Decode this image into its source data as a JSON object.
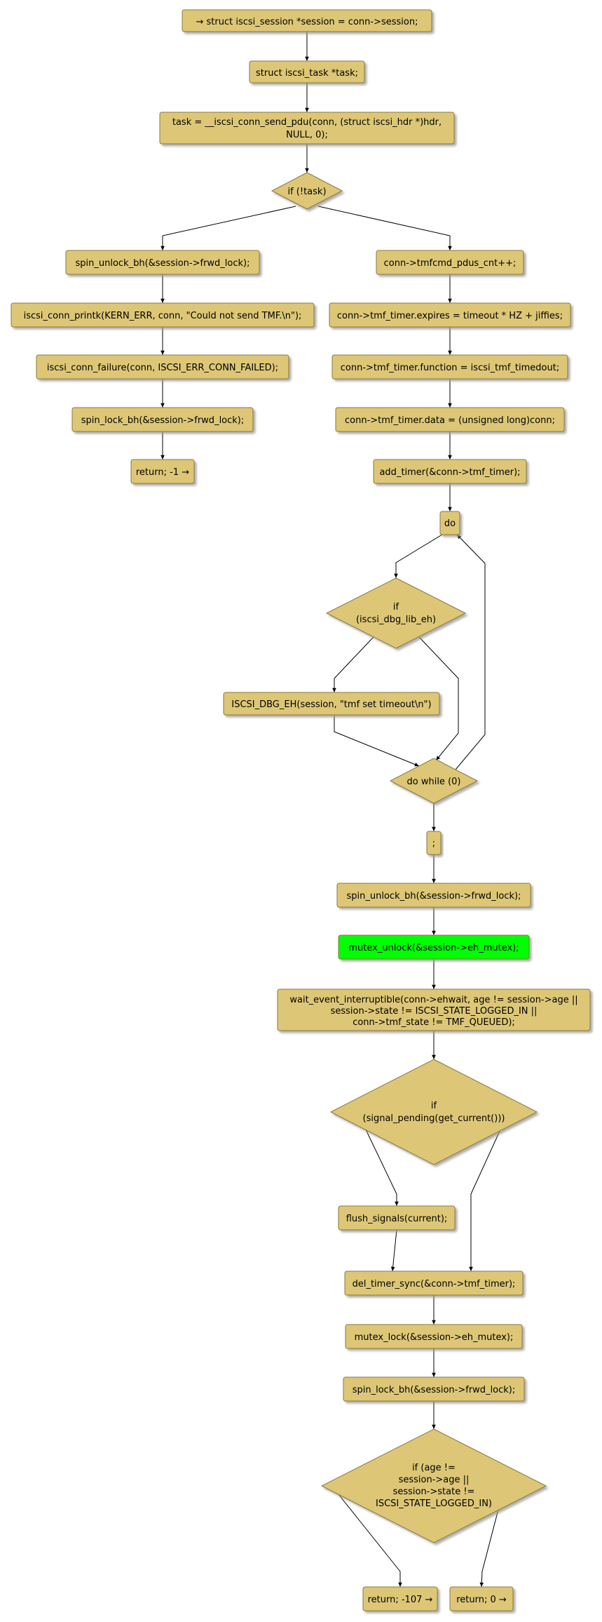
{
  "colors": {
    "node_fill": "#ddc777",
    "node_stroke": "#8b7a3e",
    "highlight_fill": "#00ff00",
    "edge": "#000000",
    "shadow": "#b5b5b5"
  },
  "nodes": {
    "n1": {
      "lines": [
        "→ struct iscsi_session *session = conn->session;"
      ]
    },
    "n2": {
      "lines": [
        "struct iscsi_task *task;"
      ]
    },
    "n3": {
      "lines": [
        "task = __iscsi_conn_send_pdu(conn, (struct iscsi_hdr *)hdr,",
        "NULL, 0);"
      ]
    },
    "d1": {
      "lines": [
        "if (!task)"
      ]
    },
    "l1": {
      "lines": [
        "spin_unlock_bh(&session->frwd_lock);"
      ]
    },
    "l2": {
      "lines": [
        "iscsi_conn_printk(KERN_ERR, conn, \"Could not send TMF.\\n\");"
      ]
    },
    "l3": {
      "lines": [
        "iscsi_conn_failure(conn, ISCSI_ERR_CONN_FAILED);"
      ]
    },
    "l4": {
      "lines": [
        "spin_lock_bh(&session->frwd_lock);"
      ]
    },
    "l5": {
      "lines": [
        "return; -1 →"
      ]
    },
    "r1": {
      "lines": [
        "conn->tmfcmd_pdus_cnt++;"
      ]
    },
    "r2": {
      "lines": [
        "conn->tmf_timer.expires = timeout * HZ + jiffies;"
      ]
    },
    "r3": {
      "lines": [
        "conn->tmf_timer.function = iscsi_tmf_timedout;"
      ]
    },
    "r4": {
      "lines": [
        "conn->tmf_timer.data = (unsigned long)conn;"
      ]
    },
    "r5": {
      "lines": [
        "add_timer(&conn->tmf_timer);"
      ]
    },
    "do": {
      "lines": [
        "do"
      ]
    },
    "d2": {
      "lines": [
        "if",
        "(iscsi_dbg_lib_eh)"
      ]
    },
    "dbg": {
      "lines": [
        "ISCSI_DBG_EH(session, \"tmf set timeout\\n\")"
      ]
    },
    "dw": {
      "lines": [
        "do while (0)"
      ]
    },
    "semi": {
      "lines": [
        ";"
      ]
    },
    "s1": {
      "lines": [
        "spin_unlock_bh(&session->frwd_lock);"
      ]
    },
    "s2": {
      "lines": [
        "mutex_unlock(&session->eh_mutex);"
      ]
    },
    "s3": {
      "lines": [
        "wait_event_interruptible(conn->ehwait, age != session->age ||",
        "session->state != ISCSI_STATE_LOGGED_IN ||",
        "conn->tmf_state != TMF_QUEUED);"
      ]
    },
    "d3": {
      "lines": [
        "if",
        "(signal_pending(get_current()))"
      ]
    },
    "s4": {
      "lines": [
        "flush_signals(current);"
      ]
    },
    "s5": {
      "lines": [
        "del_timer_sync(&conn->tmf_timer);"
      ]
    },
    "s6": {
      "lines": [
        "mutex_lock(&session->eh_mutex);"
      ]
    },
    "s7": {
      "lines": [
        "spin_lock_bh(&session->frwd_lock);"
      ]
    },
    "d4": {
      "lines": [
        "if (age !=",
        "session->age ||",
        "session->state !=",
        "ISCSI_STATE_LOGGED_IN)"
      ]
    },
    "e1": {
      "lines": [
        "return; -107 →"
      ]
    },
    "e2": {
      "lines": [
        "return; 0 →"
      ]
    }
  }
}
